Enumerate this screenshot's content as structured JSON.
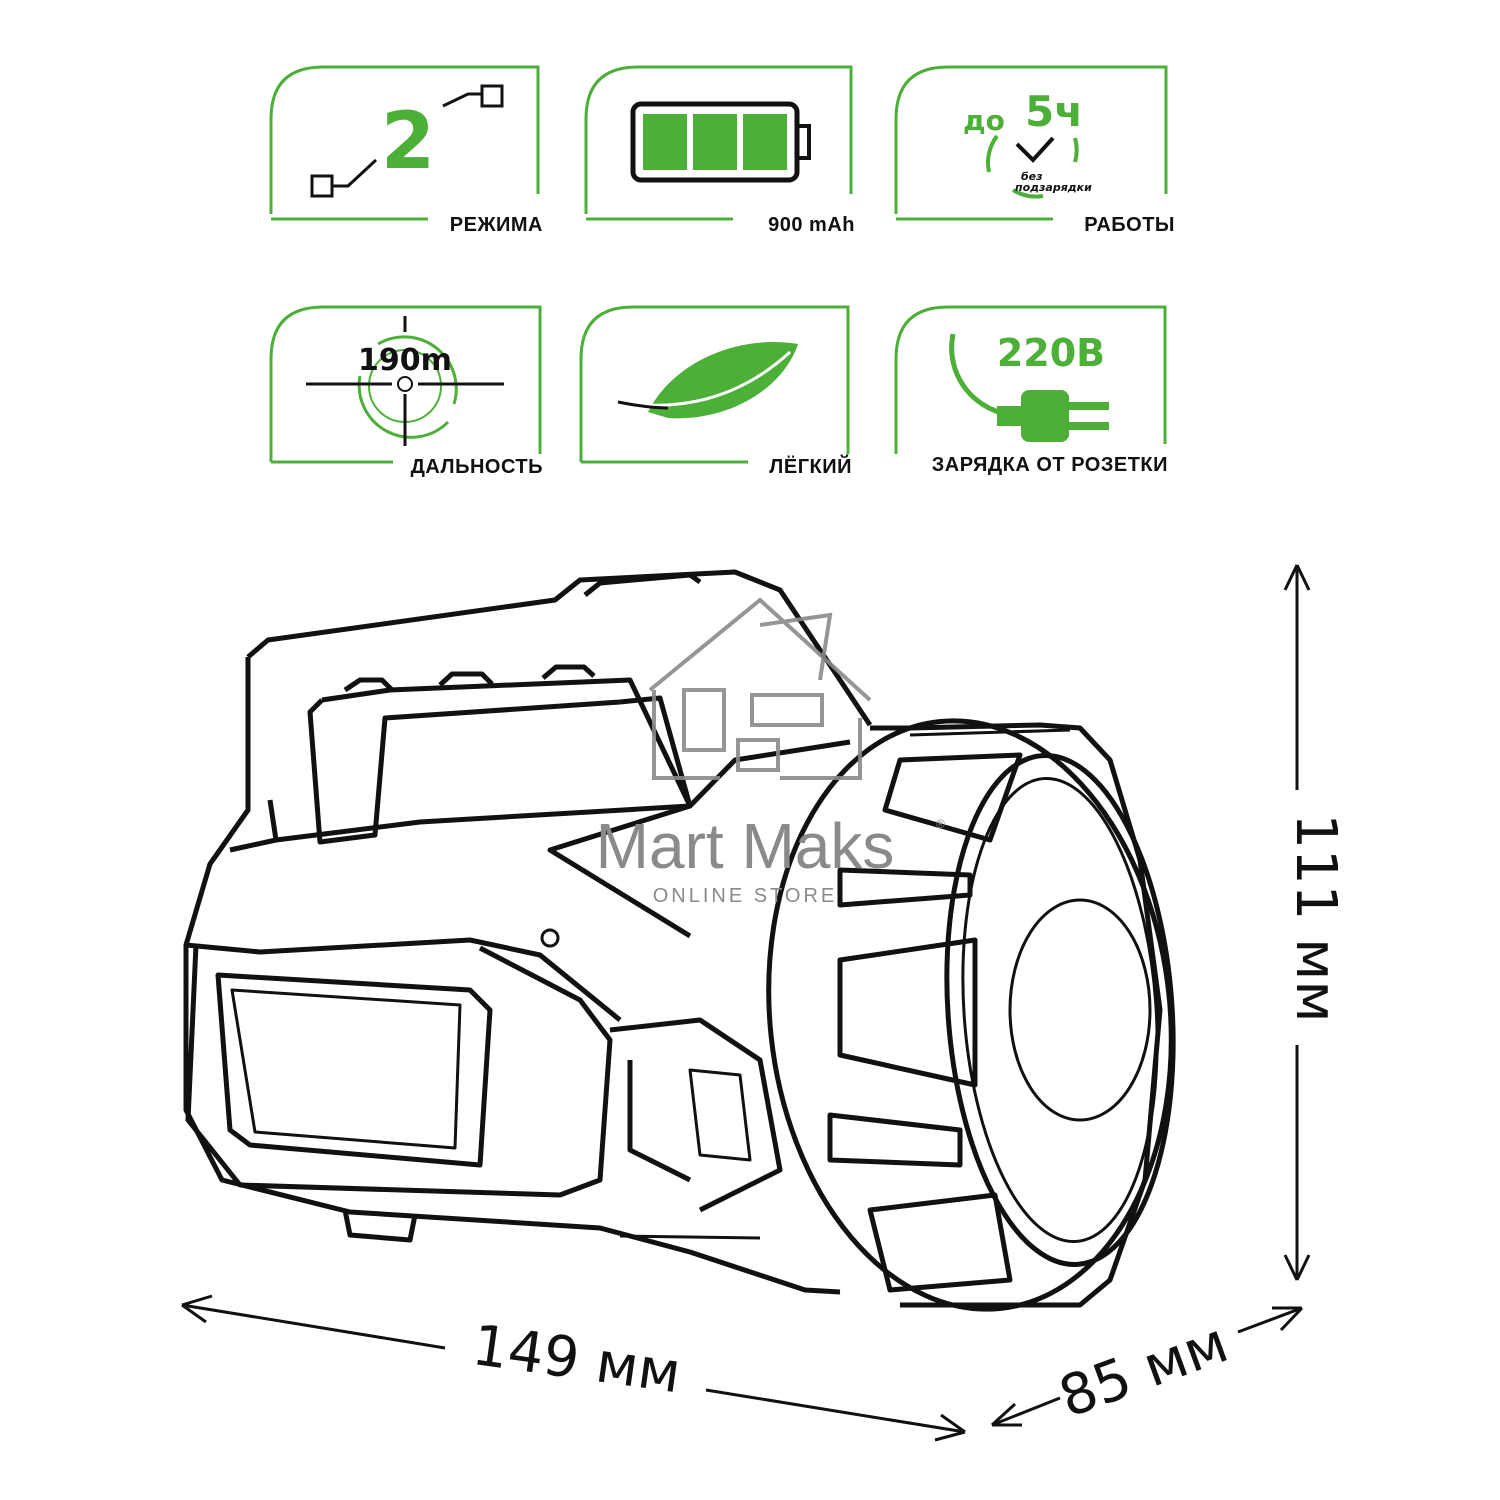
{
  "features": {
    "modes": {
      "value": "2",
      "label": "РЕЖИМА"
    },
    "battery": {
      "label": "900 mAh",
      "level_fraction": 1.0
    },
    "runtime": {
      "prefix": "до",
      "value": "5ч",
      "note_line1": "без",
      "note_line2": "подзарядки",
      "label": "РАБОТЫ"
    },
    "range": {
      "value": "190m",
      "label": "ДАЛЬНОСТЬ"
    },
    "weight": {
      "label": "ЛЁГКИЙ"
    },
    "charging": {
      "value": "220В",
      "label": "ЗАРЯДКА ОТ РОЗЕТКИ"
    }
  },
  "dimensions": {
    "width": "149 мм",
    "depth": "85 мм",
    "height": "111 мм"
  },
  "watermark": {
    "name": "Mart Maks",
    "subtitle": "ONLINE STORE",
    "mark": "®"
  },
  "colors": {
    "accent_green": "#4caf37",
    "outline": "#111111",
    "watermark_gray": "#8a8a8a"
  },
  "icons": [
    "mode-switch-icon",
    "battery-icon",
    "clock-icon",
    "crosshair-icon",
    "feather-icon",
    "plug-icon",
    "house-logo-icon"
  ]
}
